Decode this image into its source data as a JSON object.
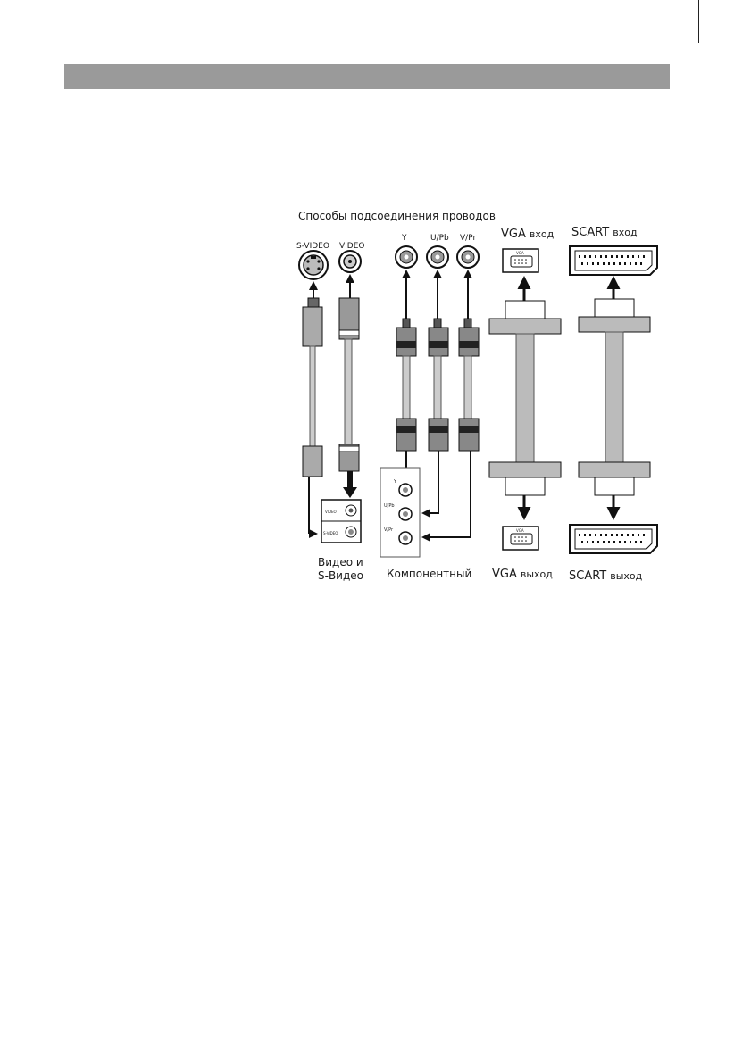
{
  "page": {
    "header_bar_color": "#9a9a9a"
  },
  "diagram": {
    "title": "Способы подсоединения проводов",
    "video_group": {
      "svideo_label": "S-VIDEO",
      "video_label": "VIDEO",
      "panel_video_label": "VIDEO",
      "panel_svideo_label": "S-VIDEO",
      "caption_line1": "Видео и",
      "caption_line2": "S-Видео"
    },
    "component_group": {
      "y_label": "Y",
      "upb_label": "U/Pb",
      "vpr_label": "V/Pr",
      "panel_y_label": "Y",
      "panel_upb_label": "U/Pb",
      "panel_vpr_label": "V/Pr",
      "caption": "Компонентный"
    },
    "vga_group": {
      "top_label_main": "VGA",
      "top_label_suffix": "вход",
      "bottom_label_main": "VGA",
      "bottom_label_suffix": "выход",
      "connector_label": "VGA"
    },
    "scart_group": {
      "top_label_main": "SCART",
      "top_label_suffix": "вход",
      "bottom_label_main": "SCART",
      "bottom_label_suffix": "выход"
    }
  }
}
